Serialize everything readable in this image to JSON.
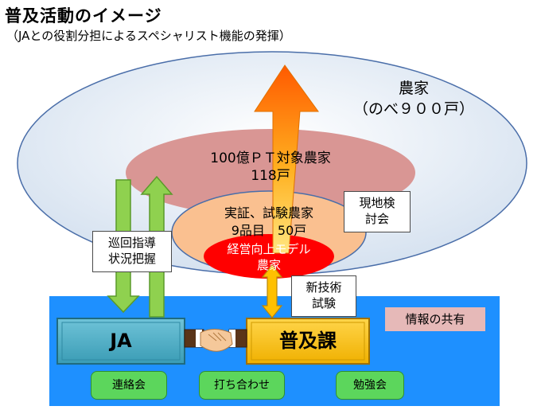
{
  "title": "普及活動のイメージ",
  "subtitle": "（JAとの役割分担によるスペシャリスト機能の発揮）",
  "ellipses": {
    "farmers_line1": "農家",
    "farmers_line2": "（のべ９００戸）",
    "pt_line1": "100億ＰＴ対象農家",
    "pt_line2": "118戸",
    "trial_line1": "実証、試験農家",
    "trial_line2": "9品目　50戸",
    "model_line1": "経営向上モデル",
    "model_line2": "農家"
  },
  "notes": {
    "field_review_line1": "現地検",
    "field_review_line2": "討会",
    "patrol_line1": "巡回指導",
    "patrol_line2": "状況把握",
    "new_tech_line1": "新技術",
    "new_tech_line2": "試験",
    "info_share": "情報の共有"
  },
  "boxes": {
    "ja": "JA",
    "extension": "普及課"
  },
  "pills": {
    "liaison": "連絡会",
    "meeting": "打ち合わせ",
    "study": "勉強会"
  },
  "colors": {
    "outer_ellipse": "#dce6f2",
    "pt_ellipse": "#d99694",
    "trial_ellipse": "#fac090",
    "model_ellipse": "#ff0000",
    "band": "#1e90ff",
    "ja_box": "#4bacc6",
    "extension_box": "#ffc000",
    "green": "#5cd65c",
    "info_box": "#e6b9b8"
  }
}
